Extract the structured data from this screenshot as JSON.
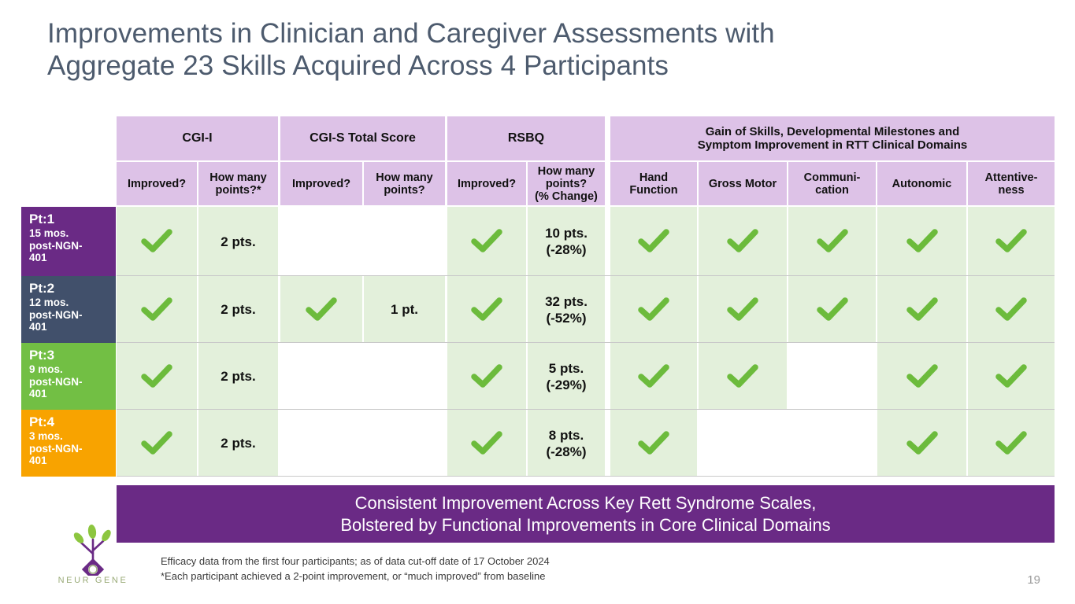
{
  "title": {
    "line1": "Improvements in Clinician and Caregiver Assessments with",
    "line2": "Aggregate 23 Skills Acquired Across 4 Participants",
    "color": "#4d5b6e"
  },
  "colors": {
    "header_lavender": "#ddc2e7",
    "cell_green": "#e3f0db",
    "cell_empty": "#ffffff",
    "banner_purple": "#6a2a85",
    "check_green": "#6cb councils"
  },
  "table": {
    "group_headers": [
      {
        "label": "CGI-I",
        "span": 2
      },
      {
        "label": "CGI-S Total Score",
        "span": 2
      },
      {
        "label": "RSBQ",
        "span": 2
      },
      {
        "label": "Gain of Skills, Developmental Milestones and Symptom Improvement in RTT Clinical Domains",
        "span": 5
      }
    ],
    "group_header_right_l1": "Gain of Skills, Developmental Milestones and",
    "group_header_right_l2": "Symptom Improvement in RTT Clinical Domains",
    "sub_headers": [
      {
        "l1": "Improved?",
        "l2": "",
        "l3": ""
      },
      {
        "l1": "How many",
        "l2": "points?*",
        "l3": ""
      },
      {
        "l1": "Improved?",
        "l2": "",
        "l3": ""
      },
      {
        "l1": "How many",
        "l2": "points?",
        "l3": ""
      },
      {
        "l1": "Improved?",
        "l2": "",
        "l3": ""
      },
      {
        "l1": "How many",
        "l2": "points?",
        "l3": "(% Change)"
      },
      {
        "l1": "Hand",
        "l2": "Function",
        "l3": ""
      },
      {
        "l1": "Gross Motor",
        "l2": "",
        "l3": ""
      },
      {
        "l1": "Communi-",
        "l2": "cation",
        "l3": ""
      },
      {
        "l1": "Autonomic",
        "l2": "",
        "l3": ""
      },
      {
        "l1": "Attentive-",
        "l2": "ness",
        "l3": ""
      }
    ],
    "rows": [
      {
        "pt": "Pt:1",
        "sub1": "15 mos.",
        "sub2": "post-NGN-",
        "sub3": "401",
        "color": "#6a2a85",
        "cgi_i_improved": "check",
        "cgi_i_points": "2 pts.",
        "cgi_s_improved": "",
        "cgi_s_points": "",
        "rsbq_improved": "check",
        "rsbq_points_l1": "10 pts.",
        "rsbq_points_l2": "(-28%)",
        "hand_function": "check",
        "gross_motor": "check",
        "communication": "check",
        "autonomic": "check",
        "attentiveness": "check"
      },
      {
        "pt": "Pt:2",
        "sub1": "12 mos.",
        "sub2": "post-NGN-",
        "sub3": "401",
        "color": "#41506b",
        "cgi_i_improved": "check",
        "cgi_i_points": "2 pts.",
        "cgi_s_improved": "check",
        "cgi_s_points": "1 pt.",
        "rsbq_improved": "check",
        "rsbq_points_l1": "32 pts.",
        "rsbq_points_l2": "(-52%)",
        "hand_function": "check",
        "gross_motor": "check",
        "communication": "check",
        "autonomic": "check",
        "attentiveness": "check"
      },
      {
        "pt": "Pt:3",
        "sub1": "9 mos.",
        "sub2": "post-NGN-",
        "sub3": "401",
        "color": "#72bf44",
        "cgi_i_improved": "check",
        "cgi_i_points": "2 pts.",
        "cgi_s_improved": "",
        "cgi_s_points": "",
        "rsbq_improved": "check",
        "rsbq_points_l1": "5 pts.",
        "rsbq_points_l2": "(-29%)",
        "hand_function": "check",
        "gross_motor": "check",
        "communication": "",
        "autonomic": "check",
        "attentiveness": "check"
      },
      {
        "pt": "Pt:4",
        "sub1": "3 mos.",
        "sub2": "post-NGN-",
        "sub3": "401",
        "color": "#f8a300",
        "cgi_i_improved": "check",
        "cgi_i_points": "2 pts.",
        "cgi_s_improved": "",
        "cgi_s_points": "",
        "rsbq_improved": "check",
        "rsbq_points_l1": "8 pts.",
        "rsbq_points_l2": "(-28%)",
        "hand_function": "check",
        "gross_motor": "",
        "communication": "",
        "autonomic": "check",
        "attentiveness": "check"
      }
    ]
  },
  "banner": {
    "line1": "Consistent Improvement Across Key Rett Syndrome Scales,",
    "line2": "Bolstered by Functional Improvements in Core Clinical Domains"
  },
  "footnotes": {
    "line1": "Efficacy data from the first four participants; as of data cut-off date of 17 October 2024",
    "line2": "*Each participant achieved a 2-point improvement, or “much improved” from baseline"
  },
  "page_number": "19",
  "logo": {
    "wordmark": "NEUR  GENE",
    "icon": "neurogene-tree-logo"
  }
}
